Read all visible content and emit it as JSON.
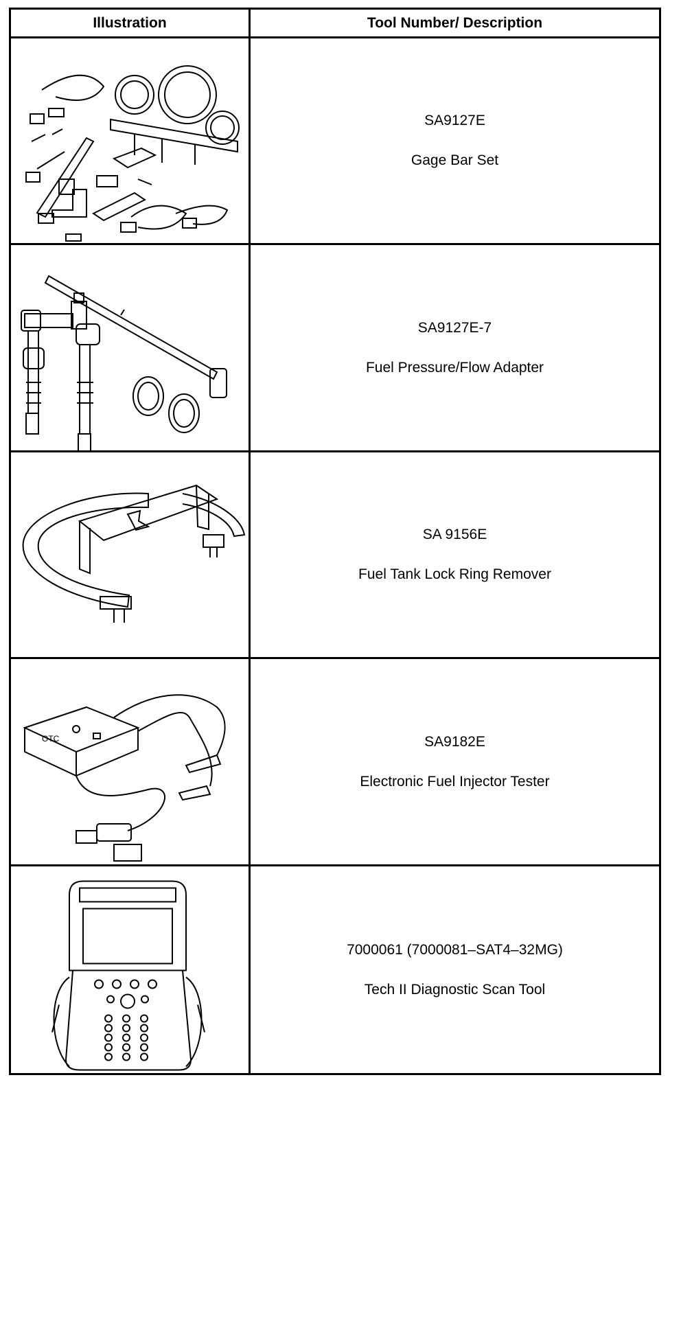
{
  "header": {
    "illustration": "Illustration",
    "description": "Tool Number/ Description"
  },
  "tools": [
    {
      "number": "SA9127E",
      "description": "Gage Bar Set",
      "icon": "gage-bar-set-icon"
    },
    {
      "number": "SA9127E-7",
      "description": "Fuel Pressure/Flow Adapter",
      "icon": "fuel-pressure-flow-adapter-icon"
    },
    {
      "number": "SA 9156E",
      "description": "Fuel Tank Lock Ring Remover",
      "icon": "fuel-tank-lock-ring-remover-icon"
    },
    {
      "number": "SA9182E",
      "description": "Electronic Fuel Injector Tester",
      "icon": "electronic-fuel-injector-tester-icon"
    },
    {
      "number": "7000061 (7000081–SAT4–32MG)",
      "description": "Tech II Diagnostic Scan Tool",
      "icon": "tech-ii-scan-tool-icon"
    }
  ]
}
